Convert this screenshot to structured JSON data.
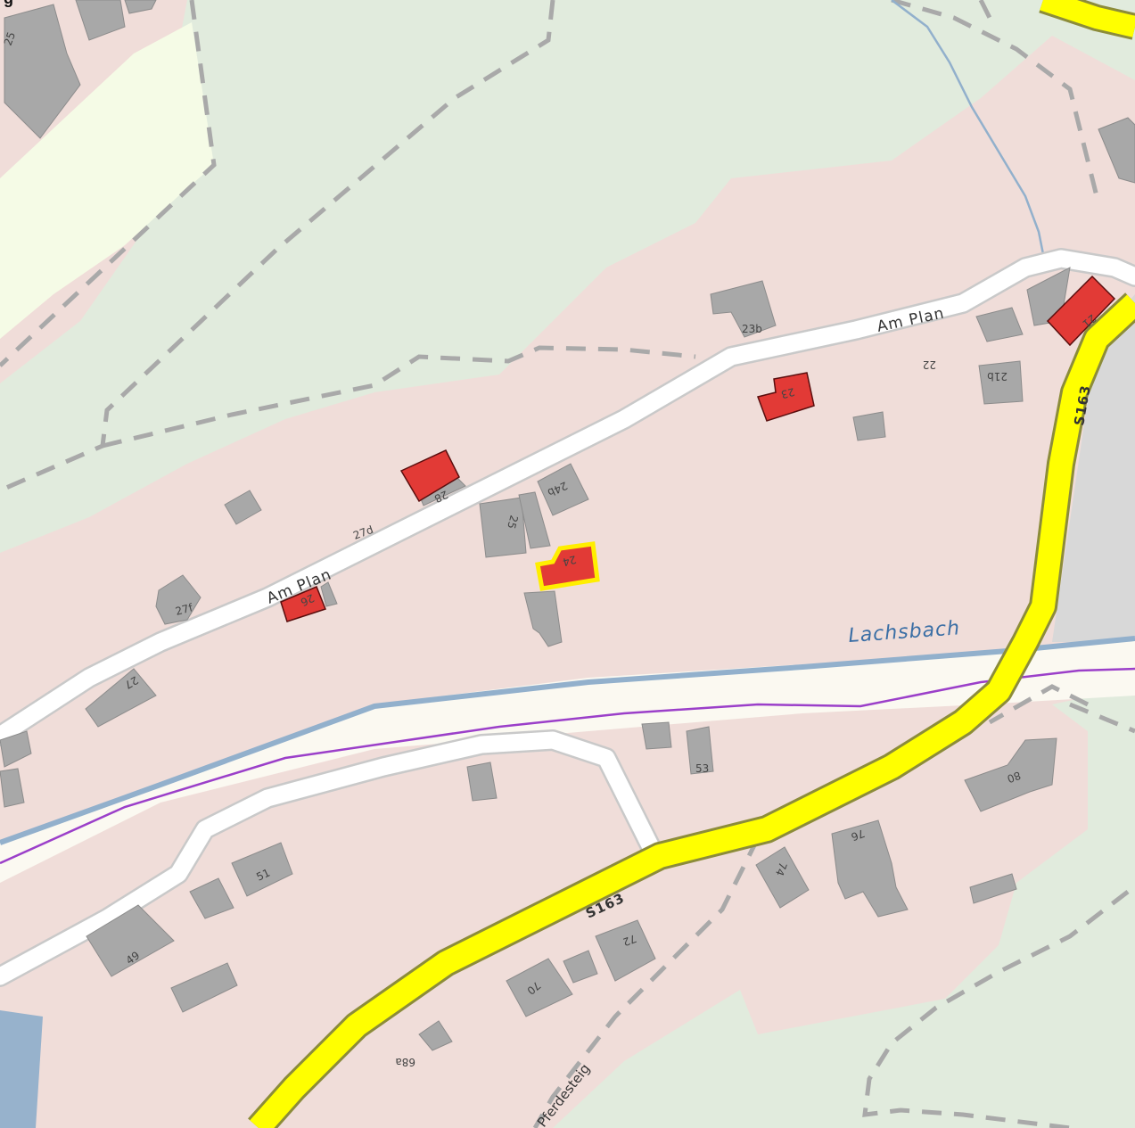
{
  "map": {
    "corner_label": "g",
    "streets": {
      "am_plan_east": "Am Plan",
      "am_plan_west": "Am Plan",
      "s163_north": "S163",
      "s163_south": "S163",
      "pferdesteig": "Pferdesteig"
    },
    "water": {
      "lachsbach": "Lachsbach"
    },
    "house_numbers": [
      "25",
      "23b",
      "22",
      "21b",
      "23",
      "21",
      "24b",
      "25",
      "24",
      "27d",
      "28",
      "27f",
      "26",
      "27",
      "53",
      "80",
      "51",
      "49",
      "74",
      "76",
      "72",
      "70",
      "68a"
    ],
    "colors": {
      "residential": "#f0ddd9",
      "forest": "#e1ebdd",
      "meadow": "#f5fbe6",
      "building": "#a8a8a8",
      "highlight_building": "#e23a36",
      "selected_outline": "#ffee00",
      "road": "#ffffff",
      "primary_road": "#ffff00",
      "stream": "#92b0cc",
      "boundary": "#9b3fc9",
      "path": "#a9a9a9",
      "water_label": "#3a6ea5"
    }
  }
}
